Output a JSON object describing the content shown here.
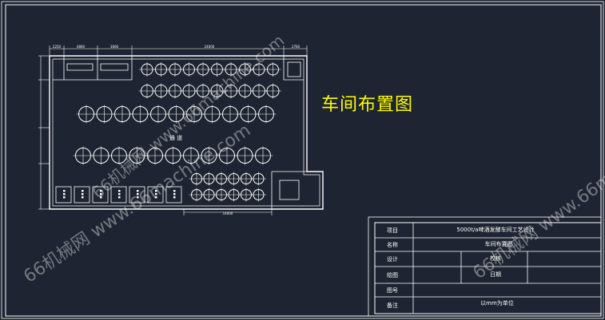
{
  "drawing_title": "车间布置图",
  "aisle_label": "通  道",
  "dimensions": {
    "top": [
      "2250",
      "4800",
      "3600",
      "24000",
      "2700"
    ],
    "bottom": "14000"
  },
  "title_block": {
    "project_label": "项目",
    "project_value": "5000t/a啤酒发酵车间工艺设计",
    "name_label": "名称",
    "name_value": "车间布置图",
    "design_label": "设计",
    "review_label": "校核",
    "draw_label": "绘图",
    "date_label": "日期",
    "number_label": "图号",
    "remark_label": "备注",
    "remark_value": "以mm为单位"
  },
  "watermarks": [
    "66机械网 www.66machine.com",
    "66机械网 www.66machine.com",
    "66机械网 www.66machine.com"
  ],
  "colors": {
    "background": "#1e2431",
    "line": "#ffffff",
    "title": "#ffff00"
  }
}
